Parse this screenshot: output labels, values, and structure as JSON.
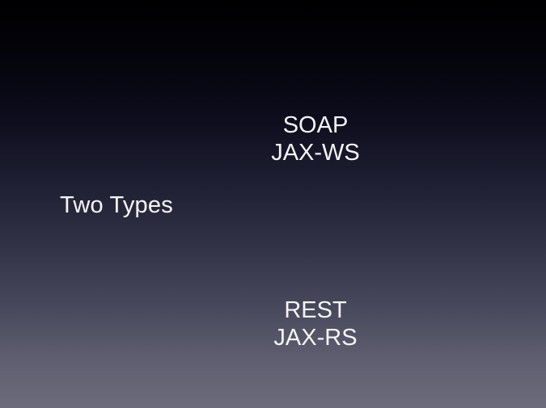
{
  "slide": {
    "title": "Two Types",
    "items": [
      {
        "name": "SOAP",
        "api": "JAX-WS"
      },
      {
        "name": "REST",
        "api": "JAX-RS"
      }
    ]
  },
  "colors": {
    "background_top": "#000000",
    "background_bottom": "#6c6c7c",
    "text": "#f4f4f6"
  }
}
